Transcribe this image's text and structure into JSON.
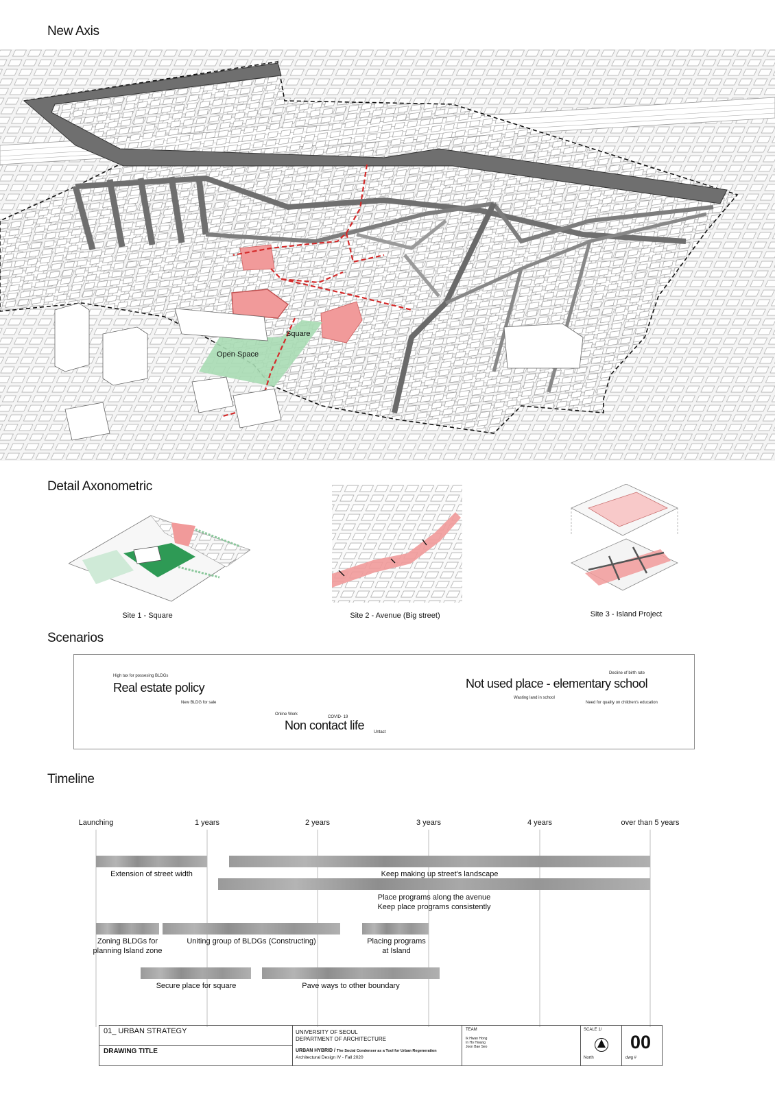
{
  "sections": {
    "new_axis": "New Axis",
    "detail": "Detail Axonometric",
    "scenarios": "Scenarios",
    "timeline": "Timeline"
  },
  "map_labels": {
    "square": "Square",
    "open_space": "Open Space"
  },
  "detail_captions": [
    "Site 1 - Square",
    "Site 2 - Avenue (Big street)",
    "Site 3 - Island Project"
  ],
  "scenarios": {
    "real_estate": {
      "title": "Real estate policy",
      "note_top": "High tax for possesing BLDGs",
      "note_bottom": "New BLDG for sale"
    },
    "not_used": {
      "title": "Not used place - elementary school",
      "note_top": "Decline of birth rate",
      "note_left": "Wasting land in school",
      "note_right": "Need for quality on children's education"
    },
    "non_contact": {
      "title": "Non contact life",
      "note_online": "Online Work",
      "note_covid": "COVID- 19",
      "note_untact": "Untact"
    }
  },
  "timeline": {
    "headers": [
      "Launching",
      "1 years",
      "2 years",
      "3 years",
      "4 years",
      "over than 5 years"
    ],
    "bars": [
      {
        "label": "Extension of street width",
        "start": 0.0,
        "end": 1.0
      },
      {
        "label": "Keep making up street's landscape",
        "start": 1.2,
        "end": 5.0
      },
      {
        "label_1": "Place programs along the avenue",
        "label_2": "Keep place programs consistently",
        "start": 1.1,
        "end": 5.0
      },
      {
        "label_1": "Zoning BLDGs for",
        "label_2": "planning Island zone",
        "start": 0.0,
        "end": 0.57
      },
      {
        "label": "Uniting group of BLDGs (Constructing)",
        "start": 0.6,
        "end": 2.2
      },
      {
        "label_1": "Placing programs",
        "label_2": "at Island",
        "start": 2.4,
        "end": 3.0
      },
      {
        "label": "Secure place for square",
        "start": 0.4,
        "end": 1.4
      },
      {
        "label": "Pave ways to other boundary",
        "start": 1.5,
        "end": 3.1
      }
    ]
  },
  "title_block": {
    "sheet": "01_ URBAN STRATEGY",
    "drawing_title": "DRAWING TITLE",
    "univ_1": "UNIVERSITY OF SEOUL",
    "univ_2": "DEPARTMENT OF ARCHITECTURE",
    "project": "URBAN HYBRID /",
    "project_sub": "The Social Condenser as a Tool for Urban Regeneration",
    "course": "Architectural Design IV - Fall 2020",
    "team_label": "TEAM",
    "team_1": "Ik Hwan Hong",
    "team_2": "In Ho Hwang",
    "team_3": "Joon Bae Seo",
    "scale": "SCALE 1/",
    "north": "North",
    "dwg_number": "00",
    "dwg_label": "dwg #"
  },
  "colors": {
    "road": "#7a7a7a",
    "highlight_red": "#f19a9a",
    "axis_red": "#d42a2a",
    "open_green": "#a8dbb4",
    "detail_green": "#2e9a55"
  }
}
